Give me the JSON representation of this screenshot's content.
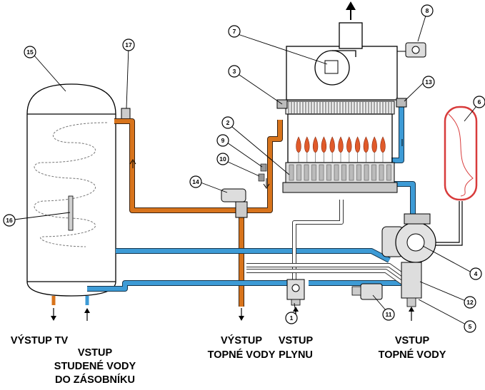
{
  "labels": {
    "vystup_tv": "VÝSTUP TV",
    "vstup_studene_line1": "VSTUP",
    "vstup_studene_line2": "STUDENÉ VODY",
    "vstup_studene_line3": "DO ZÁSOBNÍKU",
    "vystup_topne_line1": "VÝSTUP",
    "vystup_topne_line2": "TOPNÉ VODY",
    "vstup_plynu_line1": "VSTUP",
    "vstup_plynu_line2": "PLYNU",
    "vstup_topne_line1": "VSTUP",
    "vstup_topne_line2": "TOPNÉ VODY"
  },
  "callouts": [
    "1",
    "2",
    "3",
    "4",
    "5",
    "6",
    "7",
    "8",
    "9",
    "10",
    "11",
    "12",
    "13",
    "14",
    "15",
    "16",
    "17"
  ],
  "colors": {
    "hot_pipe": "#d8741c",
    "cold_pipe": "#3d9bd6",
    "gas_pipe": "#ffffff",
    "flame": "#e05a2a",
    "expansion_vessel": "#d83b3b",
    "outline": "#000000"
  }
}
